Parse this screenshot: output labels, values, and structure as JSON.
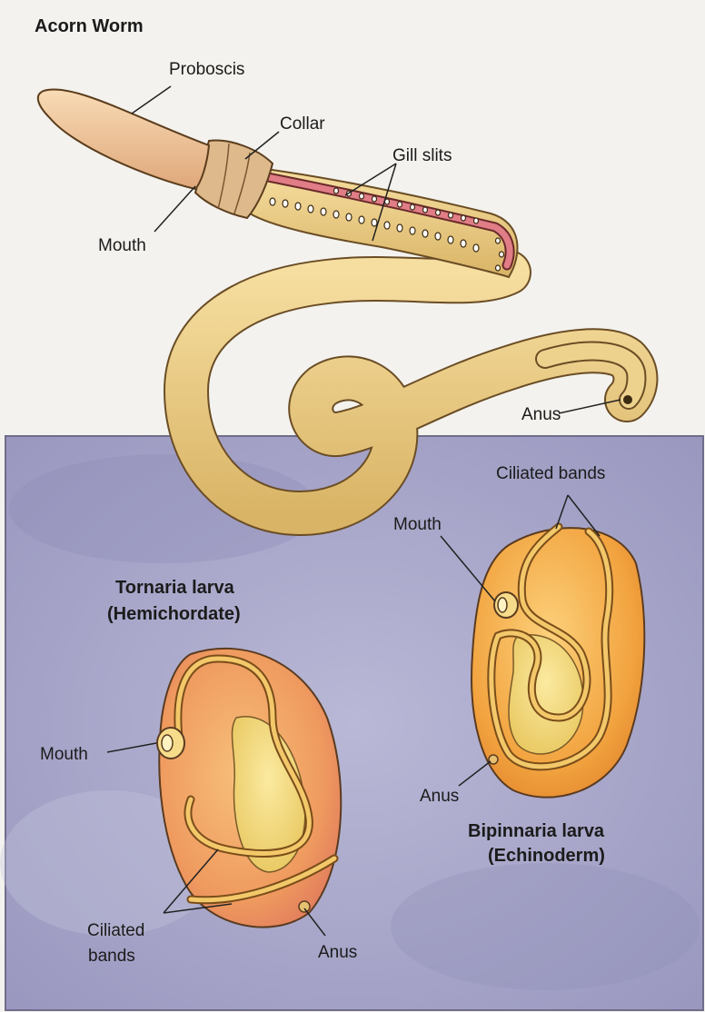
{
  "title": "Acorn Worm",
  "acorn_worm": {
    "proboscis": "Proboscis",
    "collar": "Collar",
    "gill_slits": "Gill slits",
    "mouth": "Mouth",
    "anus": "Anus"
  },
  "tornaria": {
    "title_line1": "Tornaria larva",
    "title_line2": "(Hemichordate)",
    "mouth": "Mouth",
    "ciliated_line1": "Ciliated",
    "ciliated_line2": "bands",
    "anus": "Anus"
  },
  "bipinnaria": {
    "ciliated_bands": "Ciliated bands",
    "mouth": "Mouth",
    "anus": "Anus",
    "title_line1": "Bipinnaria larva",
    "title_line2": "(Echinoderm)"
  },
  "colors": {
    "top_background": "#f3f2ee",
    "bottom_panel": "#a9a7c8",
    "worm_body": "#e9cd85",
    "gill_red": "#d35d66",
    "larva_orange": "#f0a24a"
  }
}
